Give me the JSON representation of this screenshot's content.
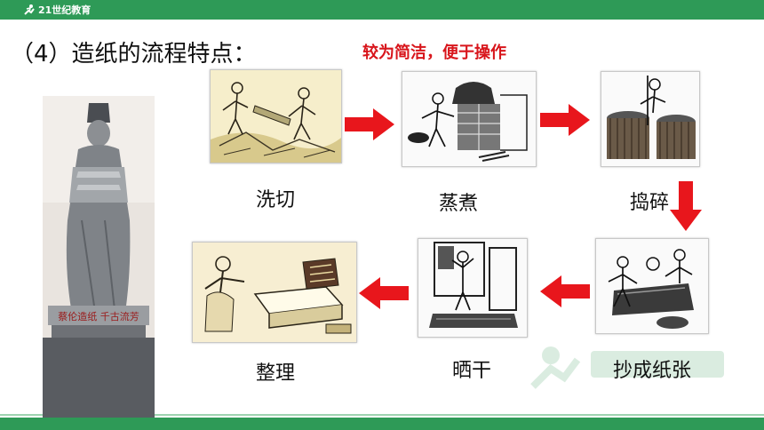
{
  "header": {
    "logo_text": "21世纪教育",
    "brand_color": "#2e9a57"
  },
  "slide": {
    "title": "（4）造纸的流程特点：",
    "subtitle": "较为简洁，便于操作",
    "subtitle_color": "#d8151b",
    "arrow_color": "#e8161c"
  },
  "statue": {
    "inscription": "蔡伦造纸 千古流芳"
  },
  "steps": [
    {
      "label": "洗切",
      "icon": "washing-cutting-illustration"
    },
    {
      "label": "蒸煮",
      "icon": "steaming-boiling-illustration"
    },
    {
      "label": "捣碎",
      "icon": "pounding-illustration"
    },
    {
      "label": "抄成纸张",
      "icon": "papermaking-illustration"
    },
    {
      "label": "晒干",
      "icon": "drying-illustration"
    },
    {
      "label": "整理",
      "icon": "sorting-illustration"
    }
  ]
}
